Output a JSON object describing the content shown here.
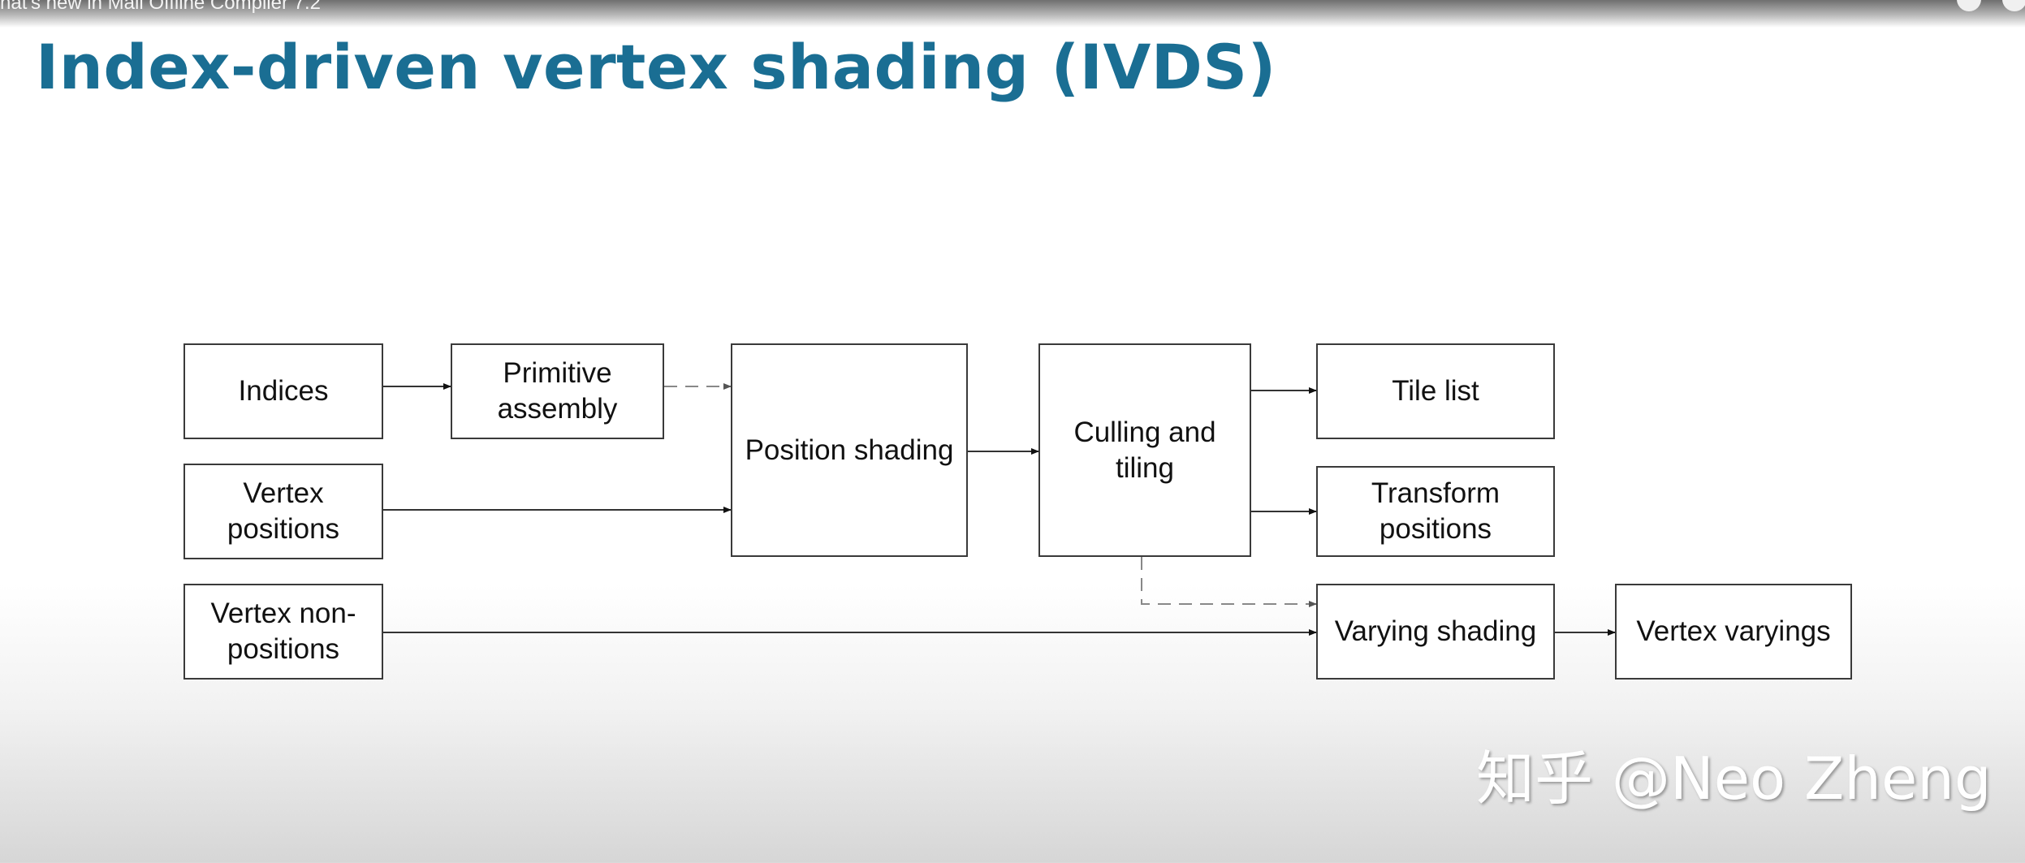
{
  "video": {
    "title": "hat's new in Mali Offline Compiler 7.2"
  },
  "slide": {
    "title": "Index-driven vertex shading (IVDS)"
  },
  "diagram": {
    "nodes": {
      "indices": "Indices",
      "primitive_assembly": "Primitive\nassembly",
      "vertex_positions": "Vertex\npositions",
      "vertex_non_positions": "Vertex non-\npositions",
      "position_shading": "Position shading",
      "culling_tiling": "Culling and\ntiling",
      "tile_list": "Tile list",
      "transform_positions": "Transform\npositions",
      "varying_shading": "Varying shading",
      "vertex_varyings": "Vertex varyings"
    },
    "edges": [
      {
        "from": "indices",
        "to": "primitive_assembly",
        "style": "solid"
      },
      {
        "from": "primitive_assembly",
        "to": "position_shading",
        "style": "dashed"
      },
      {
        "from": "vertex_positions",
        "to": "position_shading",
        "style": "solid"
      },
      {
        "from": "position_shading",
        "to": "culling_tiling",
        "style": "solid"
      },
      {
        "from": "culling_tiling",
        "to": "tile_list",
        "style": "solid"
      },
      {
        "from": "culling_tiling",
        "to": "transform_positions",
        "style": "solid"
      },
      {
        "from": "culling_tiling",
        "to": "varying_shading",
        "style": "dashed"
      },
      {
        "from": "vertex_non_positions",
        "to": "varying_shading",
        "style": "solid"
      },
      {
        "from": "varying_shading",
        "to": "vertex_varyings",
        "style": "solid"
      }
    ]
  },
  "watermark": {
    "text": "知乎 @Neo Zheng"
  },
  "colors": {
    "title": "#1a6e93",
    "box_border": "#3a3a3a",
    "dashed": "#888888"
  }
}
